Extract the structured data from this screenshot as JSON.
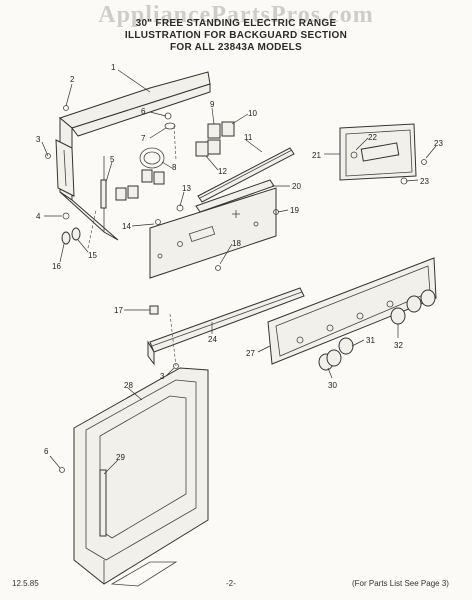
{
  "watermark": "AppliancePartsPros.com",
  "title": {
    "line1": "30\" FREE STANDING ELECTRIC RANGE",
    "line2": "ILLUSTRATION FOR BACKGUARD SECTION",
    "line3": "FOR ALL 23843A MODELS"
  },
  "footer": {
    "date": "12.5.85",
    "page": "-2-",
    "note": "(For Parts List See Page 3)"
  },
  "callouts": {
    "c1": "1",
    "c2": "2",
    "c3a": "3",
    "c4": "4",
    "c5": "5",
    "c6a": "6",
    "c7": "7",
    "c8": "8",
    "c9": "9",
    "c10": "10",
    "c11": "11",
    "c12": "12",
    "c13": "13",
    "c14": "14",
    "c15": "15",
    "c16": "16",
    "c17": "17",
    "c18": "18",
    "c19": "19",
    "c20": "20",
    "c21": "21",
    "c22": "22",
    "c23a": "23",
    "c23b": "23",
    "c24": "24",
    "c27": "27",
    "c28": "28",
    "c29": "29",
    "c30": "30",
    "c31": "31",
    "c32": "32",
    "c3b": "3",
    "c6b": "6"
  }
}
